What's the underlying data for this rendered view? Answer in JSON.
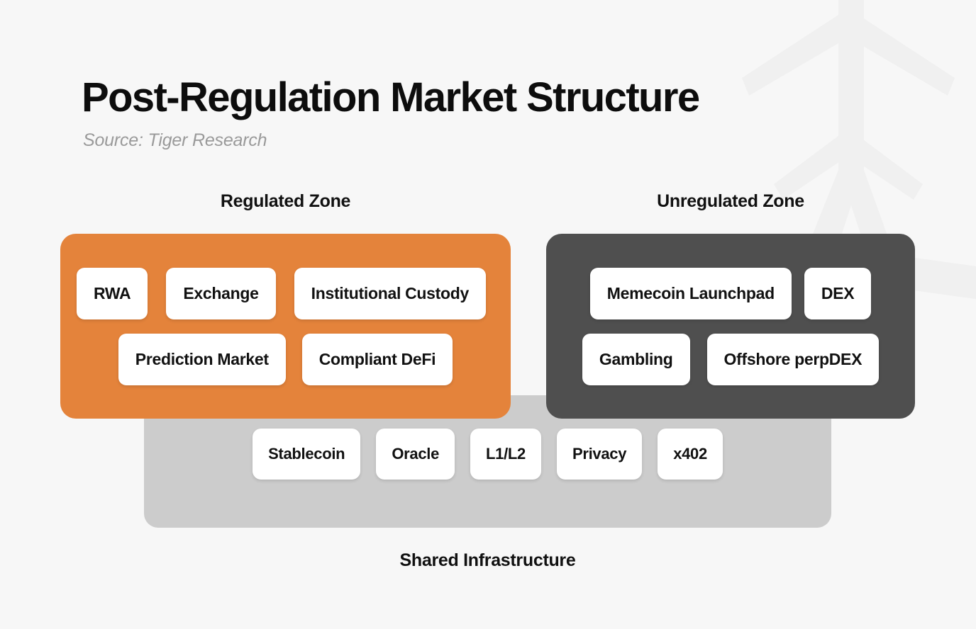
{
  "header": {
    "title": "Post-Regulation Market Structure",
    "source": "Source: Tiger Research"
  },
  "colors": {
    "background": "#f7f7f7",
    "regulated_panel": "#e4833b",
    "unregulated_panel": "#4f4f4f",
    "shared_panel": "#cccccc",
    "chip": "#ffffff",
    "text": "#111111",
    "source_text": "#9a9a9a",
    "watermark": "#f0f0f0"
  },
  "zones": {
    "regulated": {
      "heading": "Regulated Zone",
      "rows": [
        [
          "RWA",
          "Exchange",
          "Institutional Custody"
        ],
        [
          "Prediction Market",
          "Compliant DeFi"
        ]
      ]
    },
    "unregulated": {
      "heading": "Unregulated Zone",
      "rows": [
        [
          "Memecoin Launchpad",
          "DEX"
        ],
        [
          "Gambling",
          "Offshore perpDEX"
        ]
      ]
    },
    "shared": {
      "label": "Shared Infrastructure",
      "rows": [
        [
          "Stablecoin",
          "Oracle",
          "L1/L2",
          "Privacy",
          "x402"
        ]
      ]
    }
  }
}
